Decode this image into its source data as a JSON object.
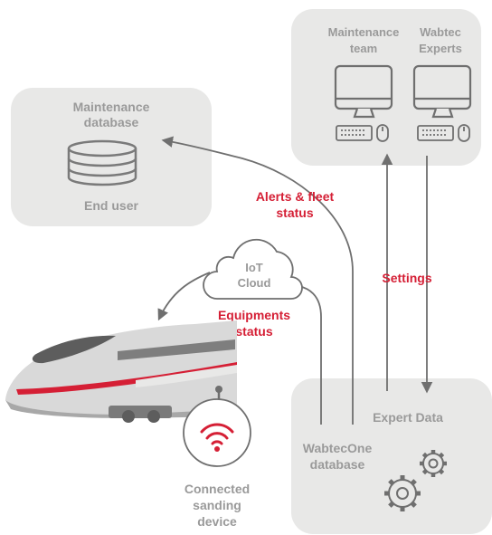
{
  "nodes": {
    "maintenance_team": {
      "line1": "Maintenance",
      "line2": "team"
    },
    "wabtec_experts": {
      "line1": "Wabtec",
      "line2": "Experts"
    },
    "maintenance_database": {
      "line1": "Maintenance",
      "line2": "database"
    },
    "end_user": {
      "label": "End user"
    },
    "iot_cloud": {
      "line1": "IoT",
      "line2": "Cloud"
    },
    "expert_data": {
      "label": "Expert Data"
    },
    "wabtecone_database": {
      "line1": "WabtecOne",
      "line2": "database"
    },
    "connected_sanding_device": {
      "line1": "Connected",
      "line2": "sanding",
      "line3": "device"
    }
  },
  "flows": {
    "alerts_fleet_status": {
      "line1": "Alerts & fleet",
      "line2": "status"
    },
    "equipments_status": {
      "line1": "Equipments",
      "line2": "status"
    },
    "settings": {
      "label": "Settings"
    }
  },
  "colors": {
    "box_fill": "#e8e8e7",
    "label_gray": "#9a9a9a",
    "accent_red": "#d51f35",
    "line_gray": "#6f6f6f"
  }
}
